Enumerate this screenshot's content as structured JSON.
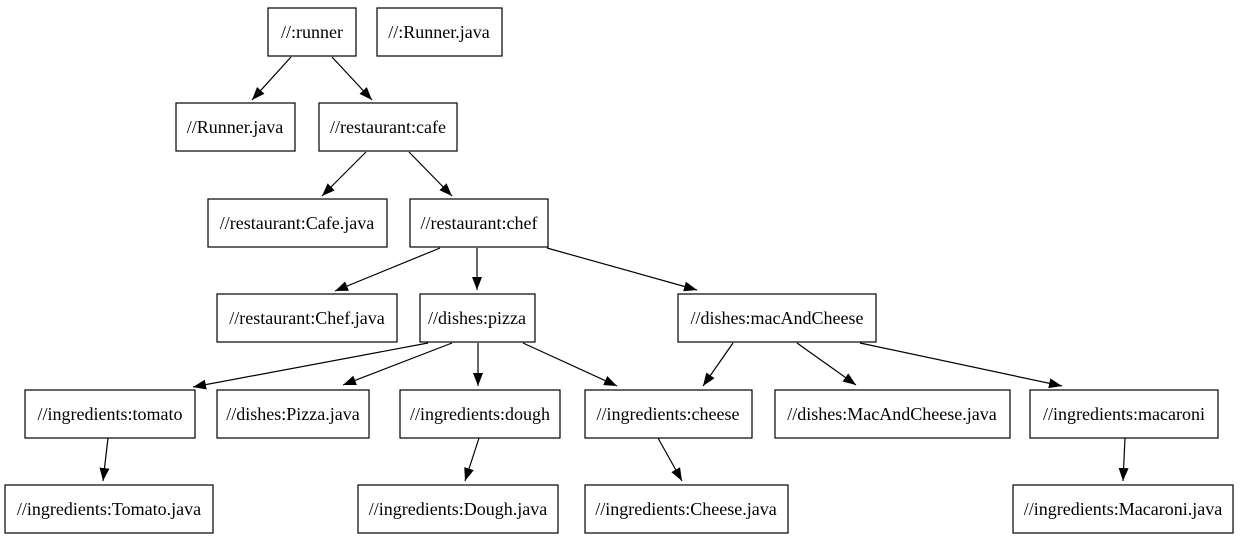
{
  "diagram": {
    "type": "dependency-graph",
    "description": "Build target dependency graph",
    "background_color": "#ffffff",
    "node_fill_color": "#ffffff",
    "node_border_color": "#000000",
    "edge_color": "#000000",
    "text_color": "#000000",
    "nodes": [
      {
        "id": "runner",
        "label": "//:runner"
      },
      {
        "id": "runner-java-root",
        "label": "//:Runner.java"
      },
      {
        "id": "runner-java",
        "label": "//Runner.java"
      },
      {
        "id": "cafe",
        "label": "//restaurant:cafe"
      },
      {
        "id": "cafe-java",
        "label": "//restaurant:Cafe.java"
      },
      {
        "id": "chef",
        "label": "//restaurant:chef"
      },
      {
        "id": "chef-java",
        "label": "//restaurant:Chef.java"
      },
      {
        "id": "pizza",
        "label": "//dishes:pizza"
      },
      {
        "id": "mac-and-cheese",
        "label": "//dishes:macAndCheese"
      },
      {
        "id": "tomato",
        "label": "//ingredients:tomato"
      },
      {
        "id": "pizza-java",
        "label": "//dishes:Pizza.java"
      },
      {
        "id": "dough",
        "label": "//ingredients:dough"
      },
      {
        "id": "cheese",
        "label": "//ingredients:cheese"
      },
      {
        "id": "mac-and-cheese-java",
        "label": "//dishes:MacAndCheese.java"
      },
      {
        "id": "macaroni",
        "label": "//ingredients:macaroni"
      },
      {
        "id": "tomato-java",
        "label": "//ingredients:Tomato.java"
      },
      {
        "id": "dough-java",
        "label": "//ingredients:Dough.java"
      },
      {
        "id": "cheese-java",
        "label": "//ingredients:Cheese.java"
      },
      {
        "id": "macaroni-java",
        "label": "//ingredients:Macaroni.java"
      }
    ],
    "edges": [
      {
        "from": "//:runner",
        "to": "//Runner.java"
      },
      {
        "from": "//:runner",
        "to": "//restaurant:cafe"
      },
      {
        "from": "//restaurant:cafe",
        "to": "//restaurant:Cafe.java"
      },
      {
        "from": "//restaurant:cafe",
        "to": "//restaurant:chef"
      },
      {
        "from": "//restaurant:chef",
        "to": "//restaurant:Chef.java"
      },
      {
        "from": "//restaurant:chef",
        "to": "//dishes:pizza"
      },
      {
        "from": "//restaurant:chef",
        "to": "//dishes:macAndCheese"
      },
      {
        "from": "//dishes:pizza",
        "to": "//ingredients:tomato"
      },
      {
        "from": "//dishes:pizza",
        "to": "//dishes:Pizza.java"
      },
      {
        "from": "//dishes:pizza",
        "to": "//ingredients:dough"
      },
      {
        "from": "//dishes:pizza",
        "to": "//ingredients:cheese"
      },
      {
        "from": "//dishes:macAndCheese",
        "to": "//ingredients:cheese"
      },
      {
        "from": "//dishes:macAndCheese",
        "to": "//dishes:MacAndCheese.java"
      },
      {
        "from": "//dishes:macAndCheese",
        "to": "//ingredients:macaroni"
      },
      {
        "from": "//ingredients:tomato",
        "to": "//ingredients:Tomato.java"
      },
      {
        "from": "//ingredients:dough",
        "to": "//ingredients:Dough.java"
      },
      {
        "from": "//ingredients:cheese",
        "to": "//ingredients:Cheese.java"
      },
      {
        "from": "//ingredients:macaroni",
        "to": "//ingredients:Macaroni.java"
      }
    ]
  }
}
